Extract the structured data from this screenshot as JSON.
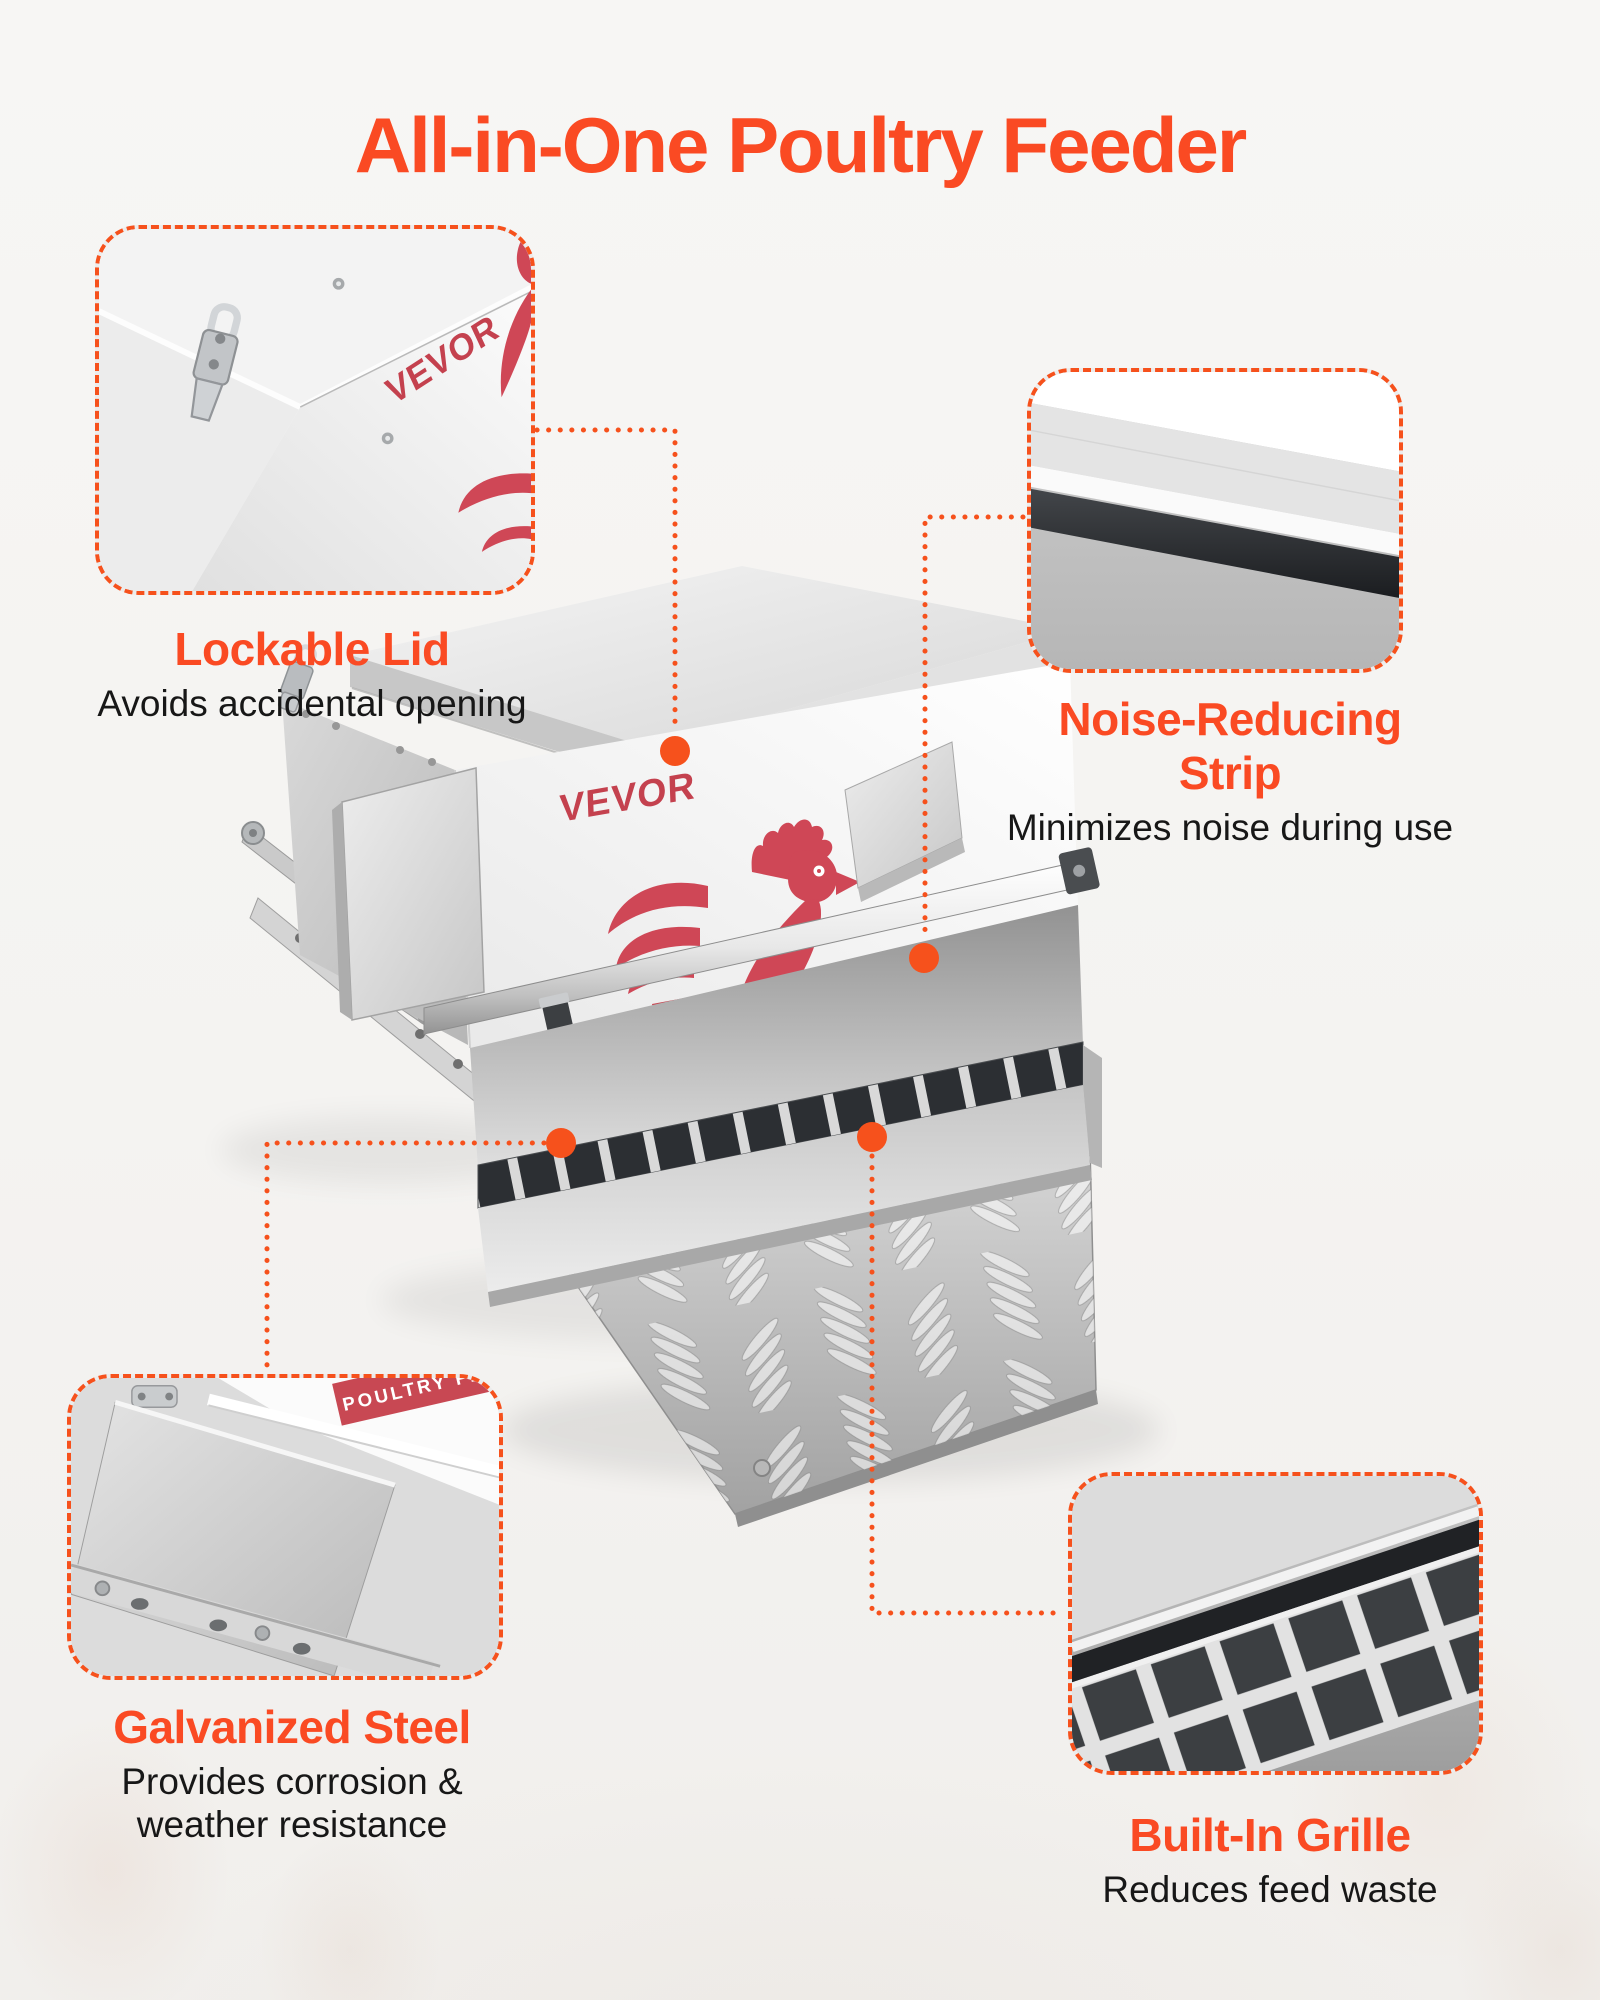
{
  "page": {
    "title": "All-in-One Poultry Feeder"
  },
  "theme": {
    "accent": "#f6511c",
    "title_color": "#fa4a23",
    "text_color": "#171717",
    "label_red": "#c84853",
    "rooster_red": "#cf4756",
    "brand_red": "#c4414e",
    "background": "#f5f4f2"
  },
  "product": {
    "brand": "VEVOR",
    "label": "POULTRY FEEDER"
  },
  "callouts": [
    {
      "id": "lockable-lid",
      "title": "Lockable Lid",
      "description": "Avoids accidental opening"
    },
    {
      "id": "noise-reducing-strip",
      "title": "Noise-Reducing Strip",
      "description": "Minimizes noise during use"
    },
    {
      "id": "galvanized-steel",
      "title": "Galvanized Steel",
      "description": "Provides corrosion & weather resistance"
    },
    {
      "id": "built-in-grille",
      "title": "Built-In Grille",
      "description": "Reduces feed waste"
    }
  ]
}
